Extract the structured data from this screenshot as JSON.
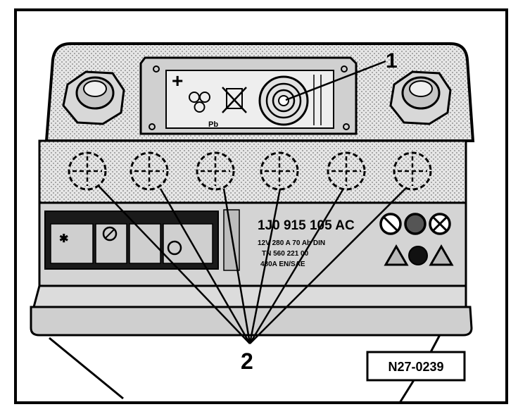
{
  "callouts": {
    "one": "1",
    "two": "2"
  },
  "battery_label": {
    "part_number": "1J0 915 105 AC",
    "line1": "12V 280 A 70 Ah DIN",
    "line2": "TN 560 221 00",
    "line3": "480A EN/SAE"
  },
  "reference_code": "N27-0239",
  "colors": {
    "ink": "#000000",
    "paper": "#ffffff",
    "shade": "#bdbdbd",
    "light_shade": "#dcdcdc"
  }
}
